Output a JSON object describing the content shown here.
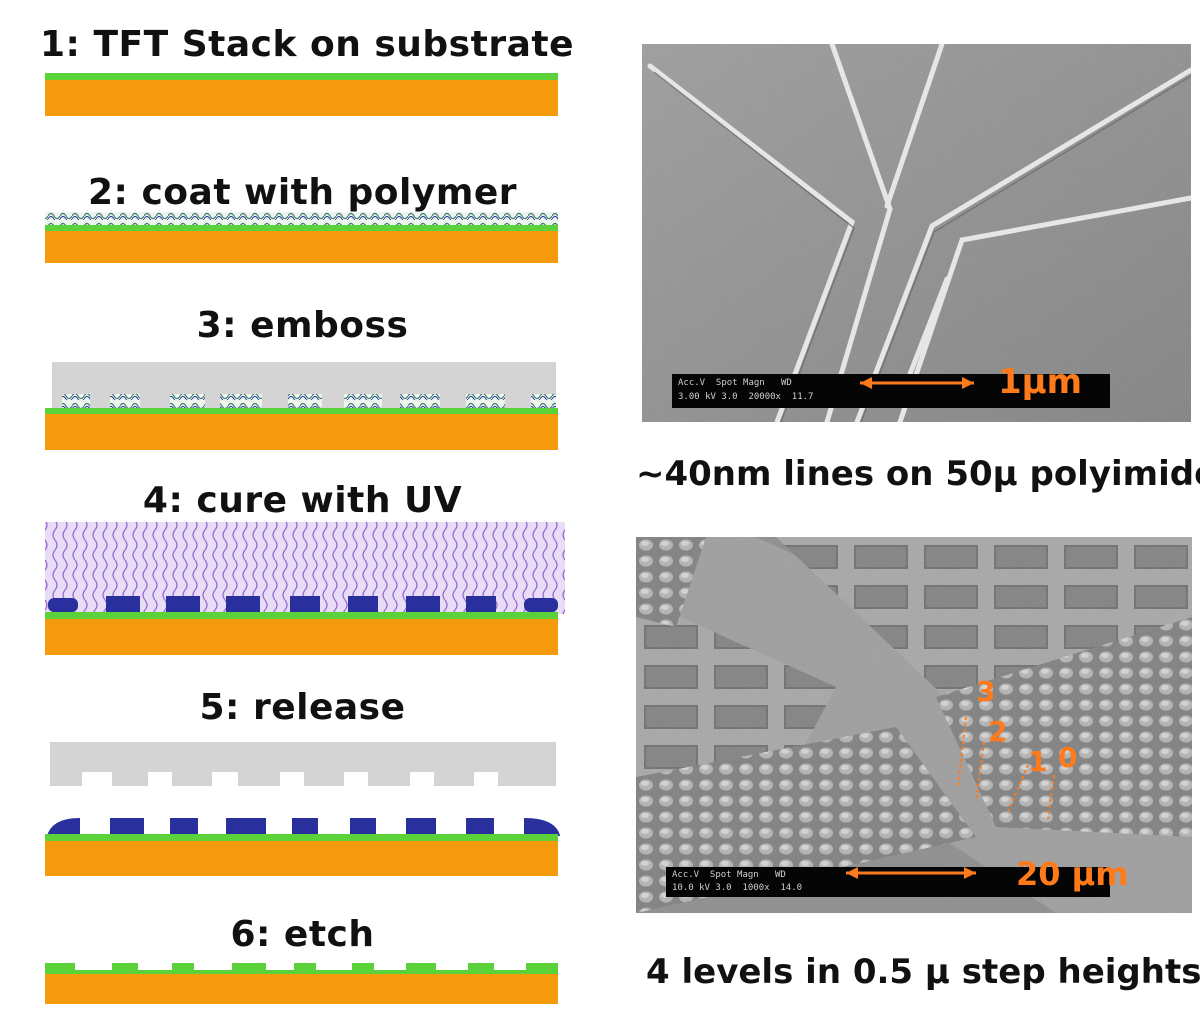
{
  "steps": [
    {
      "label": "1: TFT Stack on substrate"
    },
    {
      "label": "2: coat with polymer"
    },
    {
      "label": "3: emboss"
    },
    {
      "label": "4: cure with UV"
    },
    {
      "label": "5: release"
    },
    {
      "label": "6: etch"
    }
  ],
  "sem_top": {
    "caption": "~40nm lines on 50μ polyimide",
    "scale_label": "1μm"
  },
  "sem_bottom": {
    "caption": "4 levels in 0.5 μ step heights",
    "scale_label": "20 μm",
    "level_labels": [
      "3",
      "2",
      "1",
      "0"
    ]
  },
  "colors": {
    "substrate": "#f59a0c",
    "tft_layer": "#5bd13a",
    "mold": "#d4d4d4",
    "polymer": "#2a2f9e",
    "uv": "#a07ad6",
    "scale_accent": "#ff7a1a"
  }
}
